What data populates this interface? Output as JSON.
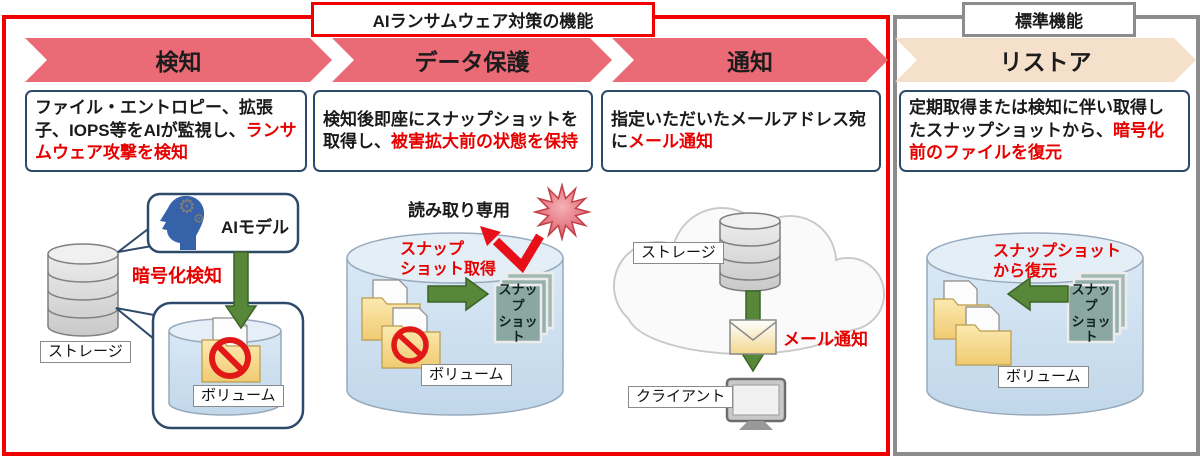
{
  "banners": {
    "ai_features": "AIランサムウェア対策の機能",
    "standard": "標準機能"
  },
  "steps": [
    {
      "label": "検知",
      "desc_black": "ファイル・エントロピー、拡張子、IOPS等をAIが監視し、",
      "desc_red": "ランサムウェア攻撃を検知"
    },
    {
      "label": "データ保護",
      "desc_black": "検知後即座にスナップショットを取得し、",
      "desc_red": "被害拡大前の状態を保持"
    },
    {
      "label": "通知",
      "desc_black": "指定いただいたメールアドレス宛に",
      "desc_red": "メール通知"
    },
    {
      "label": "リストア",
      "desc_black": "定期取得または検知に伴い取得したスナップショットから、",
      "desc_red": "暗号化前のファイルを復元"
    }
  ],
  "detect": {
    "ai_model": "AIモデル",
    "storage": "ストレージ",
    "volume": "ボリューム",
    "annotation": "暗号化検知"
  },
  "protect": {
    "readonly": "読み取り専用",
    "annotation": "スナップ\nショット取得",
    "snapshot": "スナップ\nショット",
    "volume": "ボリューム"
  },
  "notify": {
    "storage": "ストレージ",
    "annotation": "メール通知",
    "client": "クライアント"
  },
  "restore": {
    "annotation": "スナップショット\nから復元",
    "snapshot": "スナップ\nショット",
    "volume": "ボリューム"
  },
  "icons": {
    "gear_large": "⚙",
    "gear_small": "⚙"
  },
  "colors": {
    "frame_red": "#f20000",
    "frame_gray": "#8c8c8c",
    "chevron_pink": "#ea6a76",
    "chevron_peach": "#f5e0cc",
    "text_red": "#e60000",
    "arrow_green": "#578738",
    "cylinder_blue": "#cfe2f1",
    "snapshot_teal": "#8aa8a1"
  }
}
